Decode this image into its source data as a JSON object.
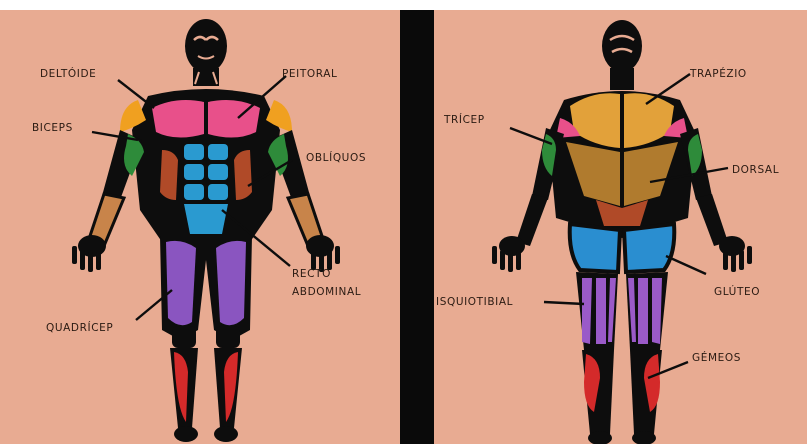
{
  "front": {
    "labels": {
      "deltoide": "DELTÓIDE",
      "peitoral": "PEITORAL",
      "biceps": "BICEPS",
      "obliquos": "OBLÍQUOS",
      "recto_line1": "RECTO",
      "recto_line2": "ABDOMINAL",
      "quadricep": "QUADRÍCEP"
    }
  },
  "back": {
    "labels": {
      "tricep": "TRÍCEP",
      "trapezio": "TRAPÉZIO",
      "dorsal": "DORSAL",
      "isquiotibial": "ISQUIOTIBIAL",
      "gluteo": "GLÚTEO",
      "gemeos": "GÉMEOS"
    }
  },
  "colors": {
    "background": "#e8ab92",
    "outline": "#0d0d0d",
    "deltoid": "#f0a020",
    "pectoral": "#e8508a",
    "biceps": "#2e8b3a",
    "abdominal": "#2a9ad0",
    "obliques": "#b04a28",
    "forearm": "#c8844a",
    "quadriceps": "#8a55c0",
    "calves": "#d42a2a",
    "trapezius": "#e2a13a",
    "dorsal": "#b07b2e",
    "gluteus": "#2a8ed0",
    "hamstrings": "#9a5ac8"
  }
}
